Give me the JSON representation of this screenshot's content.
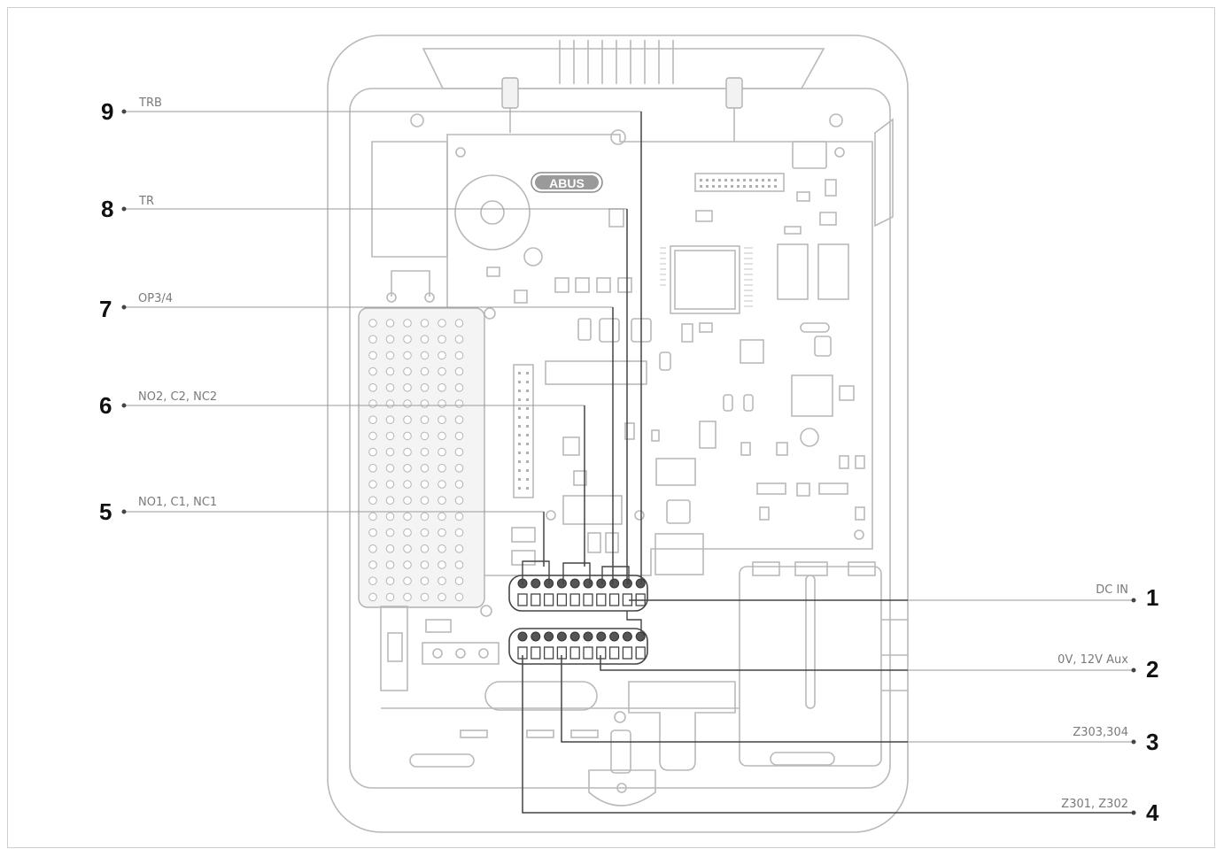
{
  "diagram": {
    "brand_logo": "ABUS",
    "callouts_left": [
      {
        "number": "9",
        "label": "TRB"
      },
      {
        "number": "8",
        "label": "TR"
      },
      {
        "number": "7",
        "label": "OP3/4"
      },
      {
        "number": "6",
        "label": "NO2, C2, NC2"
      },
      {
        "number": "5",
        "label": "NO1, C1, NC1"
      }
    ],
    "callouts_right": [
      {
        "number": "1",
        "label": "DC IN"
      },
      {
        "number": "2",
        "label": "0V, 12V Aux"
      },
      {
        "number": "3",
        "label": "Z303,304"
      },
      {
        "number": "4",
        "label": "Z301, Z302"
      }
    ]
  }
}
